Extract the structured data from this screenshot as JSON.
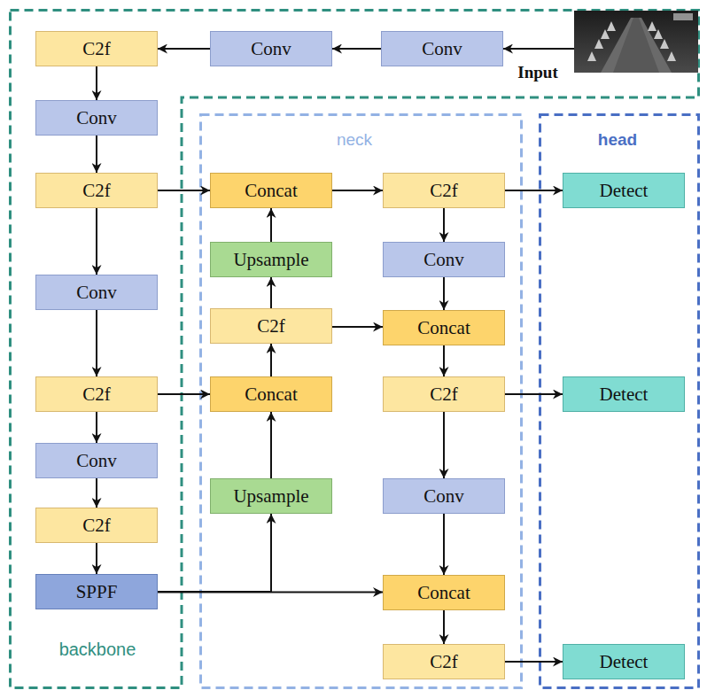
{
  "diagram": {
    "nodes": [
      {
        "text": [
          "backbone"
        ]
      },
      {
        "text": [
          "C2f"
        ],
        "in": 0
      },
      {
        "text": [
          "Conv"
        ],
        "in": 0
      },
      {
        "text": [
          "Conv"
        ],
        "in": 0
      },
      {
        "text": [
          "Input"
        ],
        "in": 0
      },
      {
        "text": [
          "Conv"
        ],
        "in": 0
      },
      {
        "text": [
          "C2f"
        ],
        "in": 0
      },
      {
        "text": [
          "Conv"
        ],
        "in": 0
      },
      {
        "text": [
          "C2f"
        ],
        "in": 0
      },
      {
        "text": [
          "Conv"
        ],
        "in": 0
      },
      {
        "text": [
          "C2f"
        ],
        "in": 0
      },
      {
        "text": [
          "SPPF"
        ],
        "in": 0
      },
      {
        "text": [
          "neck"
        ]
      },
      {
        "text": [
          "Concat"
        ],
        "in": 12
      },
      {
        "text": [
          "Upsample"
        ],
        "in": 12
      },
      {
        "text": [
          "C2f"
        ],
        "in": 12
      },
      {
        "text": [
          "Concat"
        ],
        "in": 12
      },
      {
        "text": [
          "Upsample"
        ],
        "in": 12
      },
      {
        "text": [
          "C2f"
        ],
        "in": 12
      },
      {
        "text": [
          "Conv"
        ],
        "in": 12
      },
      {
        "text": [
          "Concat"
        ],
        "in": 12
      },
      {
        "text": [
          "C2f"
        ],
        "in": 12
      },
      {
        "text": [
          "Conv"
        ],
        "in": 12
      },
      {
        "text": [
          "Concat"
        ],
        "in": 12
      },
      {
        "text": [
          "C2f"
        ],
        "in": 12
      },
      {
        "text": [
          "head"
        ]
      },
      {
        "text": [
          "Detect"
        ],
        "in": 25
      },
      {
        "text": [
          "Detect"
        ],
        "in": 25
      },
      {
        "text": [
          "Detect"
        ],
        "in": 25
      }
    ],
    "edges": [
      {
        "from": 4,
        "to": 3,
        "arrow": "to"
      },
      {
        "from": 3,
        "to": 2,
        "arrow": "to"
      },
      {
        "from": 2,
        "to": 1,
        "arrow": "to"
      },
      {
        "from": 1,
        "to": 5,
        "arrow": "to"
      },
      {
        "from": 5,
        "to": 6,
        "arrow": "to"
      },
      {
        "from": 6,
        "to": 13,
        "arrow": "to"
      },
      {
        "from": 6,
        "to": 7,
        "arrow": "to"
      },
      {
        "from": 7,
        "to": 8,
        "arrow": "to"
      },
      {
        "from": 8,
        "to": 16,
        "arrow": "to"
      },
      {
        "from": 8,
        "to": 9,
        "arrow": "to"
      },
      {
        "from": 9,
        "to": 10,
        "arrow": "to"
      },
      {
        "from": 10,
        "to": 11,
        "arrow": "to"
      },
      {
        "from": 11,
        "to": 17,
        "arrow": "to"
      },
      {
        "from": 11,
        "to": 23,
        "arrow": "to"
      },
      {
        "from": 17,
        "to": 16,
        "arrow": "to"
      },
      {
        "from": 16,
        "to": 15,
        "arrow": "to"
      },
      {
        "from": 15,
        "to": 14,
        "arrow": "to"
      },
      {
        "from": 14,
        "to": 13,
        "arrow": "to"
      },
      {
        "from": 15,
        "to": 20,
        "arrow": "to"
      },
      {
        "from": 13,
        "to": 18,
        "arrow": "to"
      },
      {
        "from": 18,
        "to": 26,
        "arrow": "to"
      },
      {
        "from": 18,
        "to": 19,
        "arrow": "to"
      },
      {
        "from": 19,
        "to": 20,
        "arrow": "to"
      },
      {
        "from": 20,
        "to": 21,
        "arrow": "to"
      },
      {
        "from": 21,
        "to": 27,
        "arrow": "to"
      },
      {
        "from": 21,
        "to": 22,
        "arrow": "to"
      },
      {
        "from": 22,
        "to": 23,
        "arrow": "to"
      },
      {
        "from": 23,
        "to": 24,
        "arrow": "to"
      },
      {
        "from": 24,
        "to": 28,
        "arrow": "to"
      }
    ]
  }
}
